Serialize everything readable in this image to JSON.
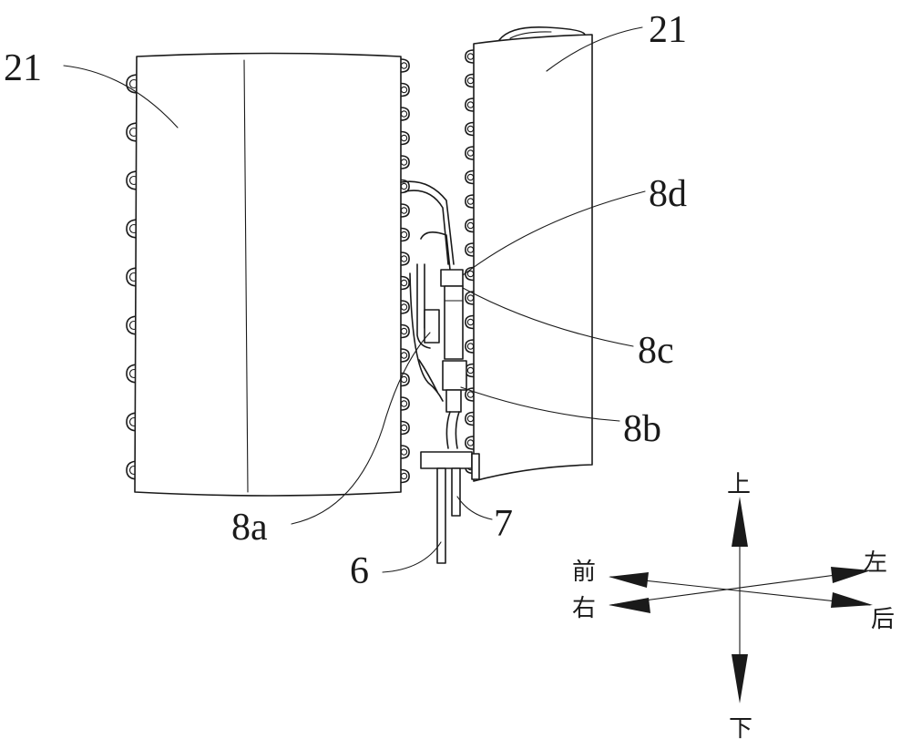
{
  "labels": {
    "coil_left": "21",
    "coil_right": "21",
    "part_8a": "8a",
    "part_8b": "8b",
    "part_8c": "8c",
    "part_8d": "8d",
    "part_6": "6",
    "part_7": "7"
  },
  "directions": {
    "up": "上",
    "down": "下",
    "front": "前",
    "right": "右",
    "left": "左",
    "back": "后"
  }
}
